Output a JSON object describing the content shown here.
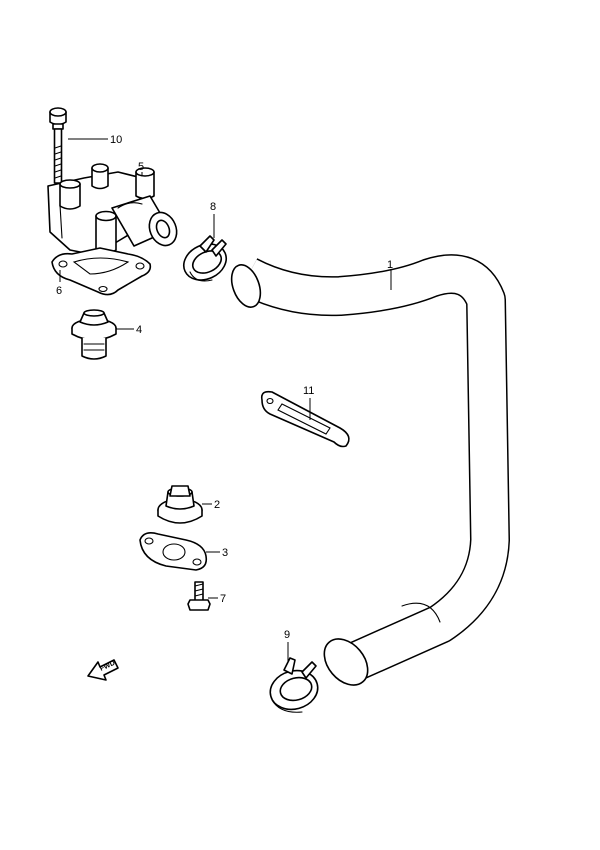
{
  "callouts": {
    "p1": "1",
    "p2": "2",
    "p3": "3",
    "p4": "4",
    "p5": "5",
    "p6": "6",
    "p7": "7",
    "p8": "8",
    "p9": "9",
    "p10": "10",
    "p11": "11"
  },
  "fwd_label": "FWD",
  "colors": {
    "line": "#000000",
    "background": "#ffffff"
  }
}
